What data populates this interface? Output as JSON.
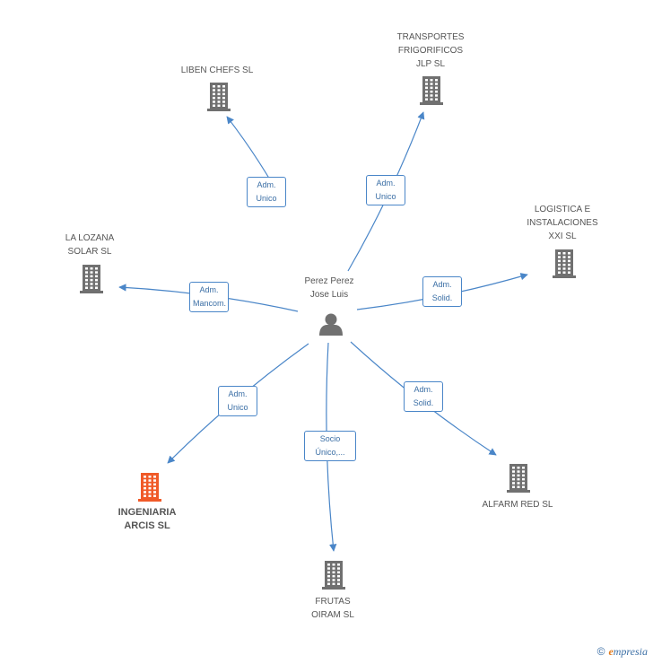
{
  "colors": {
    "edge": "#4a86c8",
    "building": "#707070",
    "highlight": "#f05a28",
    "person": "#707070"
  },
  "center": {
    "lines": [
      "Perez Perez",
      "Jose Luis"
    ],
    "icon": "person-icon"
  },
  "nodes": [
    {
      "id": "liben",
      "lines": [
        "LIBEN CHEFS SL"
      ],
      "highlight": false,
      "icon": "building-icon"
    },
    {
      "id": "transportes",
      "lines": [
        "TRANSPORTES",
        "FRIGORIFICOS",
        "JLP SL"
      ],
      "highlight": false,
      "icon": "building-icon"
    },
    {
      "id": "logistica",
      "lines": [
        "LOGISTICA E",
        "INSTALACIONES",
        "XXI SL"
      ],
      "highlight": false,
      "icon": "building-icon"
    },
    {
      "id": "lozana",
      "lines": [
        "LA LOZANA",
        "SOLAR SL"
      ],
      "highlight": false,
      "icon": "building-icon"
    },
    {
      "id": "ingeniaria",
      "lines": [
        "INGENIARIA",
        "ARCIS SL"
      ],
      "highlight": true,
      "icon": "building-icon"
    },
    {
      "id": "frutas",
      "lines": [
        "FRUTAS",
        "OIRAM SL"
      ],
      "highlight": false,
      "icon": "building-icon"
    },
    {
      "id": "alfarm",
      "lines": [
        "ALFARM RED SL"
      ],
      "highlight": false,
      "icon": "building-icon"
    }
  ],
  "edges": [
    {
      "to": "liben",
      "lines": [
        "Adm.",
        "Unico"
      ]
    },
    {
      "to": "transportes",
      "lines": [
        "Adm.",
        "Unico"
      ]
    },
    {
      "to": "logistica",
      "lines": [
        "Adm.",
        "Solid."
      ]
    },
    {
      "to": "lozana",
      "lines": [
        "Adm.",
        "Mancom."
      ]
    },
    {
      "to": "ingeniaria",
      "lines": [
        "Adm.",
        "Unico"
      ]
    },
    {
      "to": "frutas",
      "lines": [
        "Socio",
        "Único,..."
      ]
    },
    {
      "to": "alfarm",
      "lines": [
        "Adm.",
        "Solid."
      ]
    }
  ],
  "brand": {
    "copyright": "©",
    "initial": "e",
    "rest": "mpresia"
  }
}
